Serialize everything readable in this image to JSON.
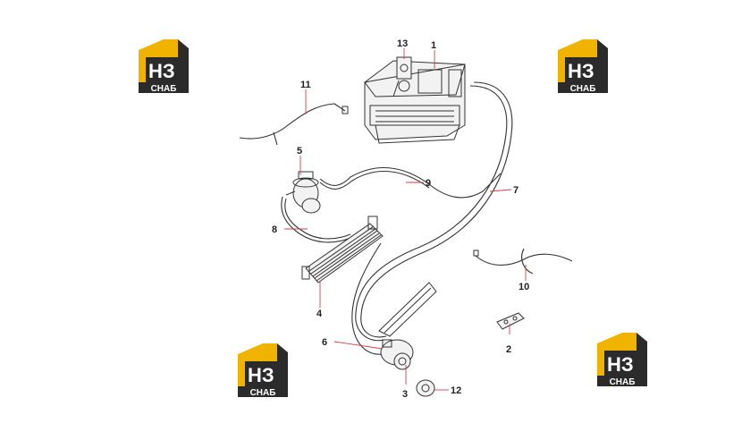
{
  "logos": [
    {
      "letters": "НЗ",
      "caption": "СНАБ"
    },
    {
      "letters": "НЗ",
      "caption": "СНАБ"
    },
    {
      "letters": "НЗ",
      "caption": "СНАБ"
    },
    {
      "letters": "НЗ",
      "caption": "СНАБ"
    }
  ],
  "colors": {
    "logo_gold": "#f0b400",
    "logo_dark": "#2b2b2b",
    "leader": "#d0424a"
  },
  "callouts": [
    "1",
    "2",
    "3",
    "4",
    "5",
    "6",
    "7",
    "8",
    "9",
    "10",
    "11",
    "12",
    "13"
  ]
}
